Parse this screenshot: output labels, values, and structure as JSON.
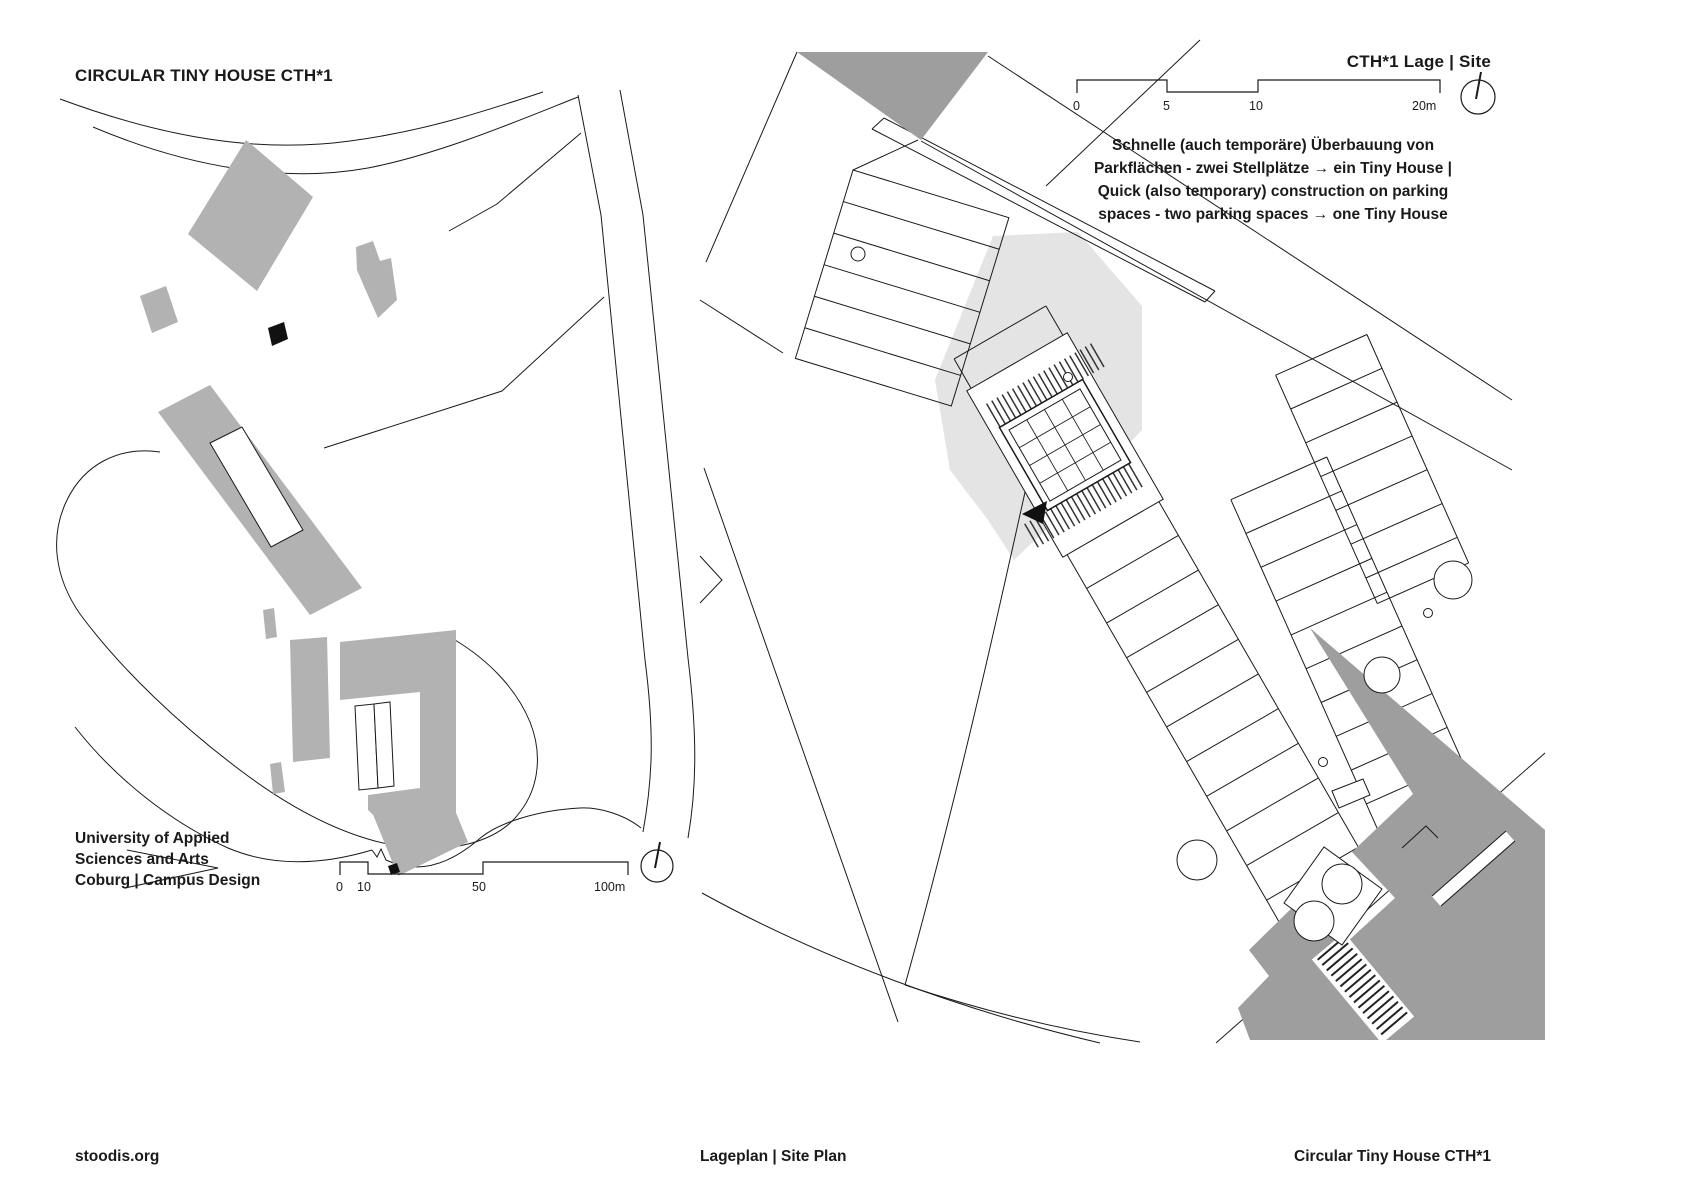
{
  "header": {
    "title_left": "CIRCULAR TINY HOUSE CTH*1",
    "title_right": "CTH*1 Lage | Site"
  },
  "site_note": {
    "lines": [
      "Schnelle (auch temporäre) Überbauung von",
      "Parkflächen - zwei Stellplätze → ein Tiny House |",
      "Quick (also temporary) construction on parking",
      "spaces - two parking spaces → one Tiny House"
    ]
  },
  "campus_caption": {
    "lines": [
      "University of Applied",
      "Sciences and Arts",
      "Coburg | Campus Design"
    ]
  },
  "scale_bars": {
    "campus": {
      "labels": [
        "0",
        "10",
        "50",
        "100m"
      ]
    },
    "site": {
      "labels": [
        "0",
        "5",
        "10",
        "20m"
      ]
    }
  },
  "footer": {
    "left": "stoodis.org",
    "center": "Lageplan | Site Plan",
    "right": "Circular Tiny House CTH*1"
  },
  "colors": {
    "line": "#1a1a1a",
    "building_gray": "#b2b2b2",
    "dark_gray": "#9e9e9e",
    "highlight_gray": "#e4e4e4",
    "marker_black": "#111111",
    "background": "#ffffff"
  }
}
